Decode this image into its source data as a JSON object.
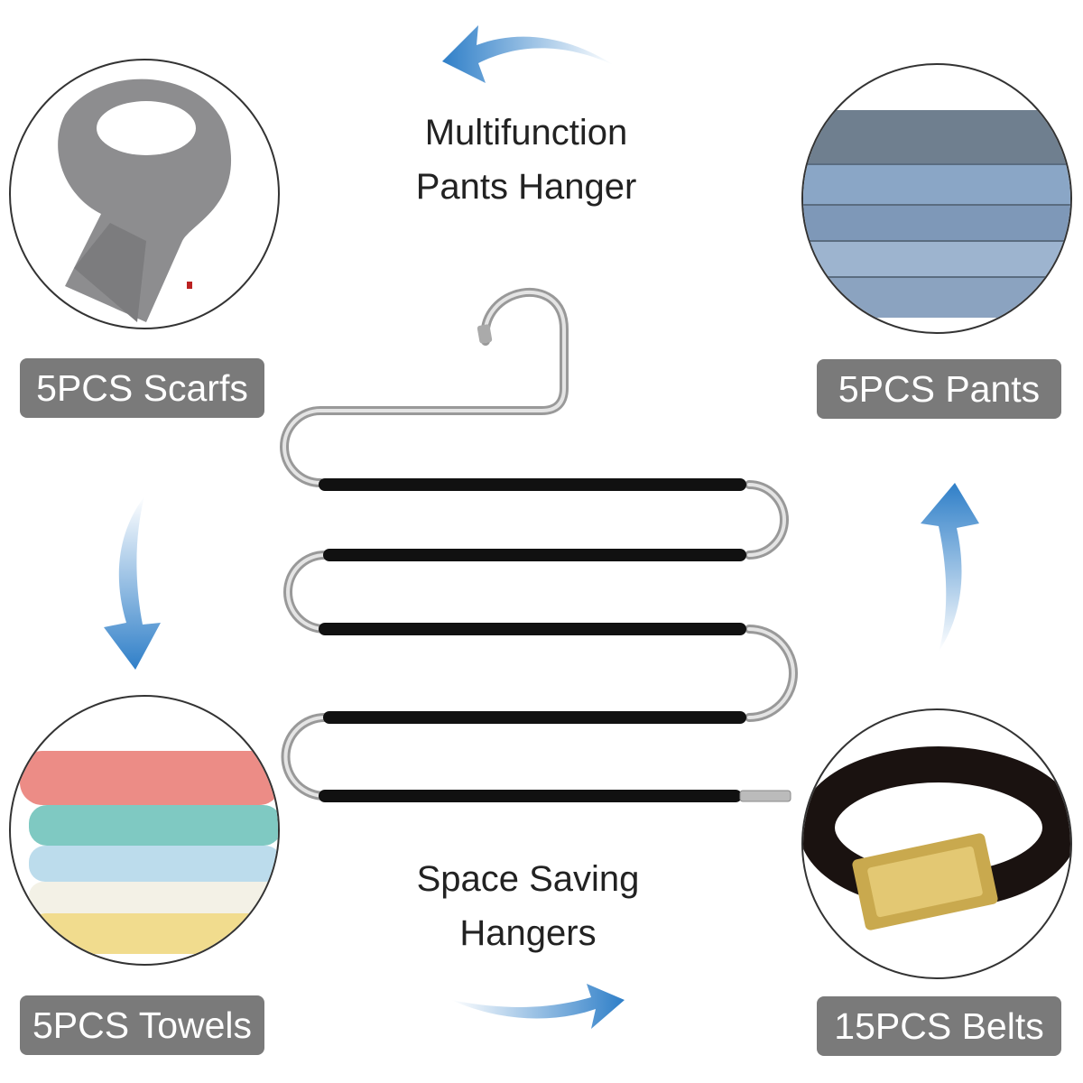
{
  "headline_top": {
    "line1": "Multifunction",
    "line2": "Pants Hanger"
  },
  "headline_bottom": {
    "line1": "Space Saving",
    "line2": "Hangers"
  },
  "labels": {
    "scarfs": "5PCS Scarfs",
    "pants": "5PCS Pants",
    "towels": "5PCS Towels",
    "belts": "15PCS Belts"
  },
  "colors": {
    "label_bg": "#7a7a7a",
    "arrow_blue": "#2f7fc8",
    "bar_black": "#111111",
    "metal": "#b8b8b8"
  }
}
